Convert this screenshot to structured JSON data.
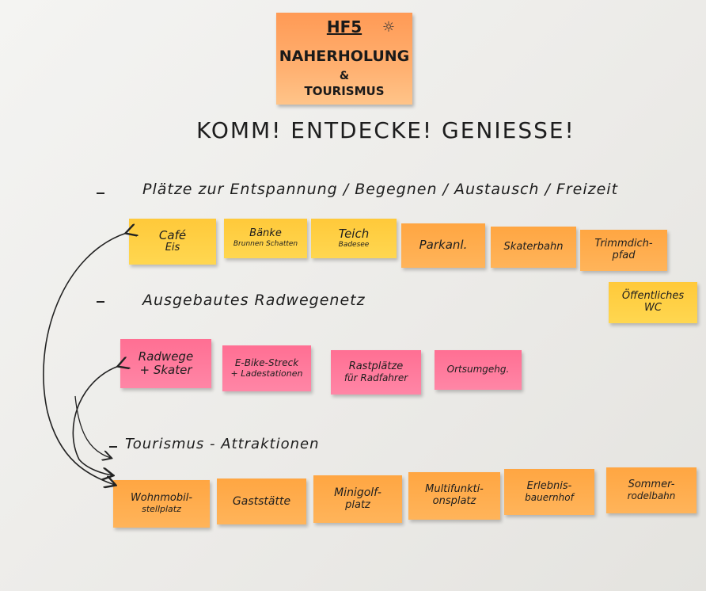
{
  "header": {
    "line1": "HF5",
    "line2": "NAHERHOLUNG",
    "line3": "&",
    "line4": "TOURISMUS"
  },
  "slogan": "KOMM! ENTDECKE! GENIESSE!",
  "sections": {
    "relax": "Plätze zur Entspannung / Begegnen / Austausch / Freizeit",
    "cycle": "Ausgebautes Radwegenetz",
    "tourism": "Tourismus - Attraktionen"
  },
  "notes_row1": [
    {
      "l1": "Café",
      "l2": "Eis"
    },
    {
      "l1": "Bänke",
      "l2": "Brunnen Schatten"
    },
    {
      "l1": "Teich",
      "l2": "Badesee"
    },
    {
      "l1": "Parkanl.",
      "l2": ""
    },
    {
      "l1": "Skaterbahn",
      "l2": ""
    },
    {
      "l1": "Trimmdich-",
      "l2": "pfad"
    }
  ],
  "note_wc": {
    "l1": "Öffentliches",
    "l2": "WC"
  },
  "notes_row2": [
    {
      "l1": "Radwege",
      "l2": "+ Skater"
    },
    {
      "l1": "E-Bike-Streck",
      "l2": "+ Ladestationen"
    },
    {
      "l1": "Rastplätze",
      "l2": "für Radfahrer"
    },
    {
      "l1": "Ortsumgehg.",
      "l2": ""
    }
  ],
  "notes_row3": [
    {
      "l1": "Wohnmobil-",
      "l2": "stellplatz"
    },
    {
      "l1": "Gaststätte",
      "l2": ""
    },
    {
      "l1": "Minigolf-",
      "l2": "platz"
    },
    {
      "l1": "Multifunkti-",
      "l2": "onsplatz"
    },
    {
      "l1": "Erlebnis-",
      "l2": "bauernhof"
    },
    {
      "l1": "Sommer-",
      "l2": "rodelbahn"
    }
  ]
}
